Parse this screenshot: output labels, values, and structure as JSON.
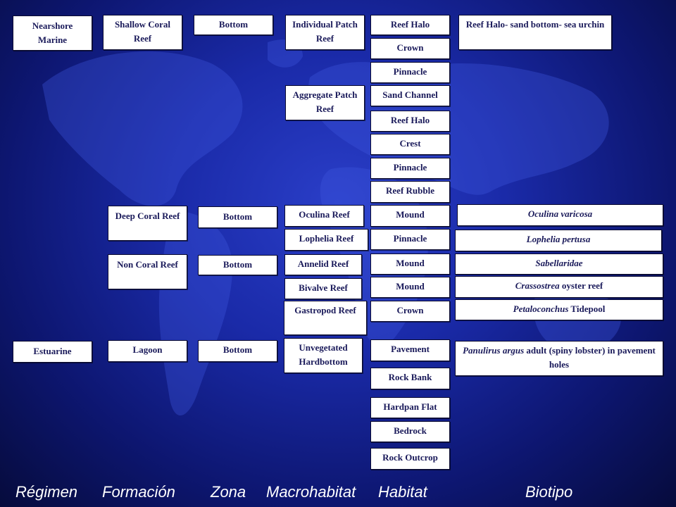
{
  "regimen": {
    "nearshore": "Nearshore Marine",
    "estuarine": "Estuarine"
  },
  "formacion": {
    "shallow": "Shallow Coral Reef",
    "deep": "Deep Coral Reef",
    "noncoral": "Non Coral Reef",
    "lagoon": "Lagoon"
  },
  "zona": {
    "z1": "Bottom",
    "z2": "Bottom",
    "z3": "Bottom",
    "z4": "Bottom"
  },
  "macrohabitat": {
    "individual": "Individual Patch Reef",
    "aggregate": "Aggregate Patch Reef",
    "oculina": "Oculina Reef",
    "lophelia": "Lophelia Reef",
    "annelid": "Annelid Reef",
    "bivalve": "Bivalve Reef",
    "gastropod": "Gastropod Reef",
    "unvegetated": "Unvegetated Hardbottom"
  },
  "habitat": {
    "h1": "Reef Halo",
    "h2": "Crown",
    "h3": "Pinnacle",
    "h4": "Sand Channel",
    "h5": "Reef Halo",
    "h6": "Crest",
    "h7": "Pinnacle",
    "h8": "Reef Rubble",
    "h9": "Mound",
    "h10": "Pinnacle",
    "h11": "Mound",
    "h12": "Mound",
    "h13": "Crown",
    "h14": "Pavement",
    "h15": "Rock Bank",
    "h16": "Hardpan Flat",
    "h17": "Bedrock",
    "h18": "Rock Outcrop"
  },
  "biotipo": {
    "halo": "Reef Halo- sand bottom- sea urchin",
    "oculina": "Oculina varicosa",
    "lophelia": "Lophelia pertusa",
    "sabellaridae": "Sabellaridae",
    "crassostrea_italic": "Crassostrea",
    "crassostrea_rest": " oyster reef",
    "petaloconchus_italic": "Petaloconchus",
    "petaloconchus_rest": " Tidepool",
    "panulirus_italic": "Panulirus argus",
    "panulirus_rest": " adult (spiny lobster) in pavement holes"
  },
  "footer": {
    "regimen": "Régimen",
    "formacion": "Formación",
    "zona": "Zona",
    "macrohabitat": "Macrohabitat",
    "habitat": "Habitat",
    "biotipo": "Biotipo"
  }
}
